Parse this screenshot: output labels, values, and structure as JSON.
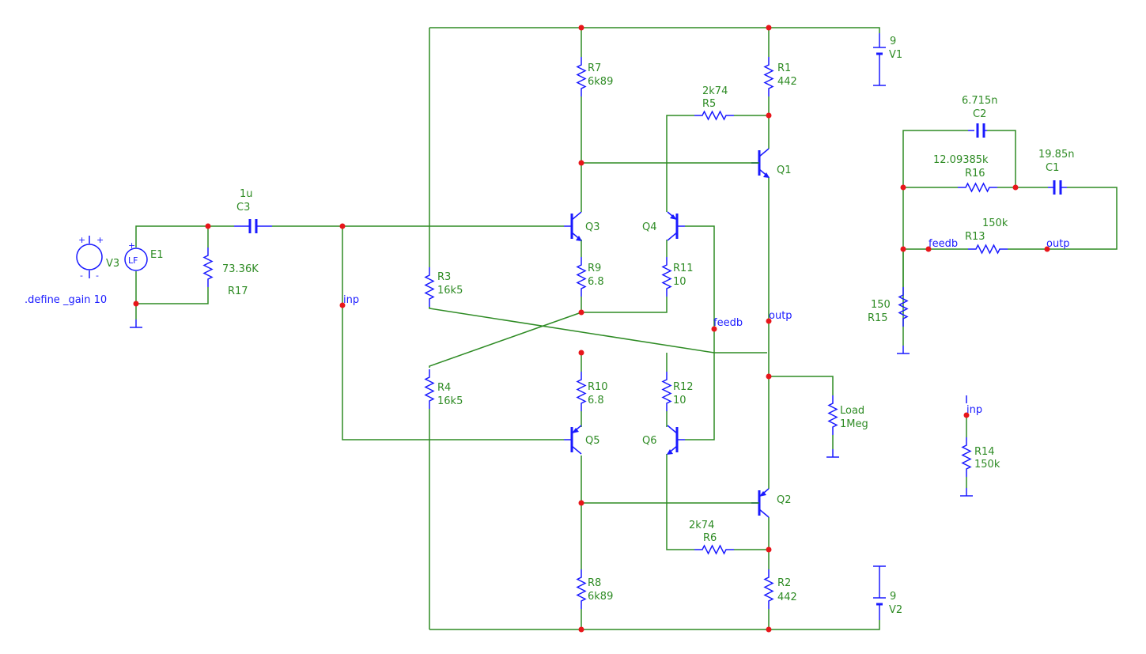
{
  "directive": ".define _gain 10",
  "colors": {
    "wire": "#2e8b24",
    "symbol": "#1a1aff",
    "node": "#e8161b",
    "label": "#2e8b24",
    "net_label": "#1a1aff"
  },
  "components": {
    "V1": {
      "ref": "V1",
      "value": "9"
    },
    "V2": {
      "ref": "V2",
      "value": "9"
    },
    "V3": {
      "ref": "V3"
    },
    "E1": {
      "ref": "E1",
      "symbol_text": "LF"
    },
    "R1": {
      "ref": "R1",
      "value": "442"
    },
    "R2": {
      "ref": "R2",
      "value": "442"
    },
    "R3": {
      "ref": "R3",
      "value": "16k5"
    },
    "R4": {
      "ref": "R4",
      "value": "16k5"
    },
    "R5": {
      "ref": "R5",
      "value": "2k74"
    },
    "R6": {
      "ref": "R6",
      "value": "2k74"
    },
    "R7": {
      "ref": "R7",
      "value": "6k89"
    },
    "R8": {
      "ref": "R8",
      "value": "6k89"
    },
    "R9": {
      "ref": "R9",
      "value": "6.8"
    },
    "R10": {
      "ref": "R10",
      "value": "6.8"
    },
    "R11": {
      "ref": "R11",
      "value": "10"
    },
    "R12": {
      "ref": "R12",
      "value": "10"
    },
    "R13": {
      "ref": "R13",
      "value": "150k"
    },
    "R14": {
      "ref": "R14",
      "value": "150k"
    },
    "R15": {
      "ref": "R15",
      "value": "150"
    },
    "R16": {
      "ref": "R16",
      "value": "12.09385k"
    },
    "R17": {
      "ref": "R17",
      "value": "73.36K"
    },
    "C1": {
      "ref": "C1",
      "value": "19.85n"
    },
    "C2": {
      "ref": "C2",
      "value": "6.715n"
    },
    "C3": {
      "ref": "C3",
      "value": "1u"
    },
    "Q1": {
      "ref": "Q1"
    },
    "Q2": {
      "ref": "Q2"
    },
    "Q3": {
      "ref": "Q3"
    },
    "Q4": {
      "ref": "Q4"
    },
    "Q5": {
      "ref": "Q5"
    },
    "Q6": {
      "ref": "Q6"
    },
    "Load": {
      "ref": "Load",
      "value": "1Meg"
    }
  },
  "nets": {
    "inp": "inp",
    "outp": "outp",
    "feedb": "feedb"
  }
}
